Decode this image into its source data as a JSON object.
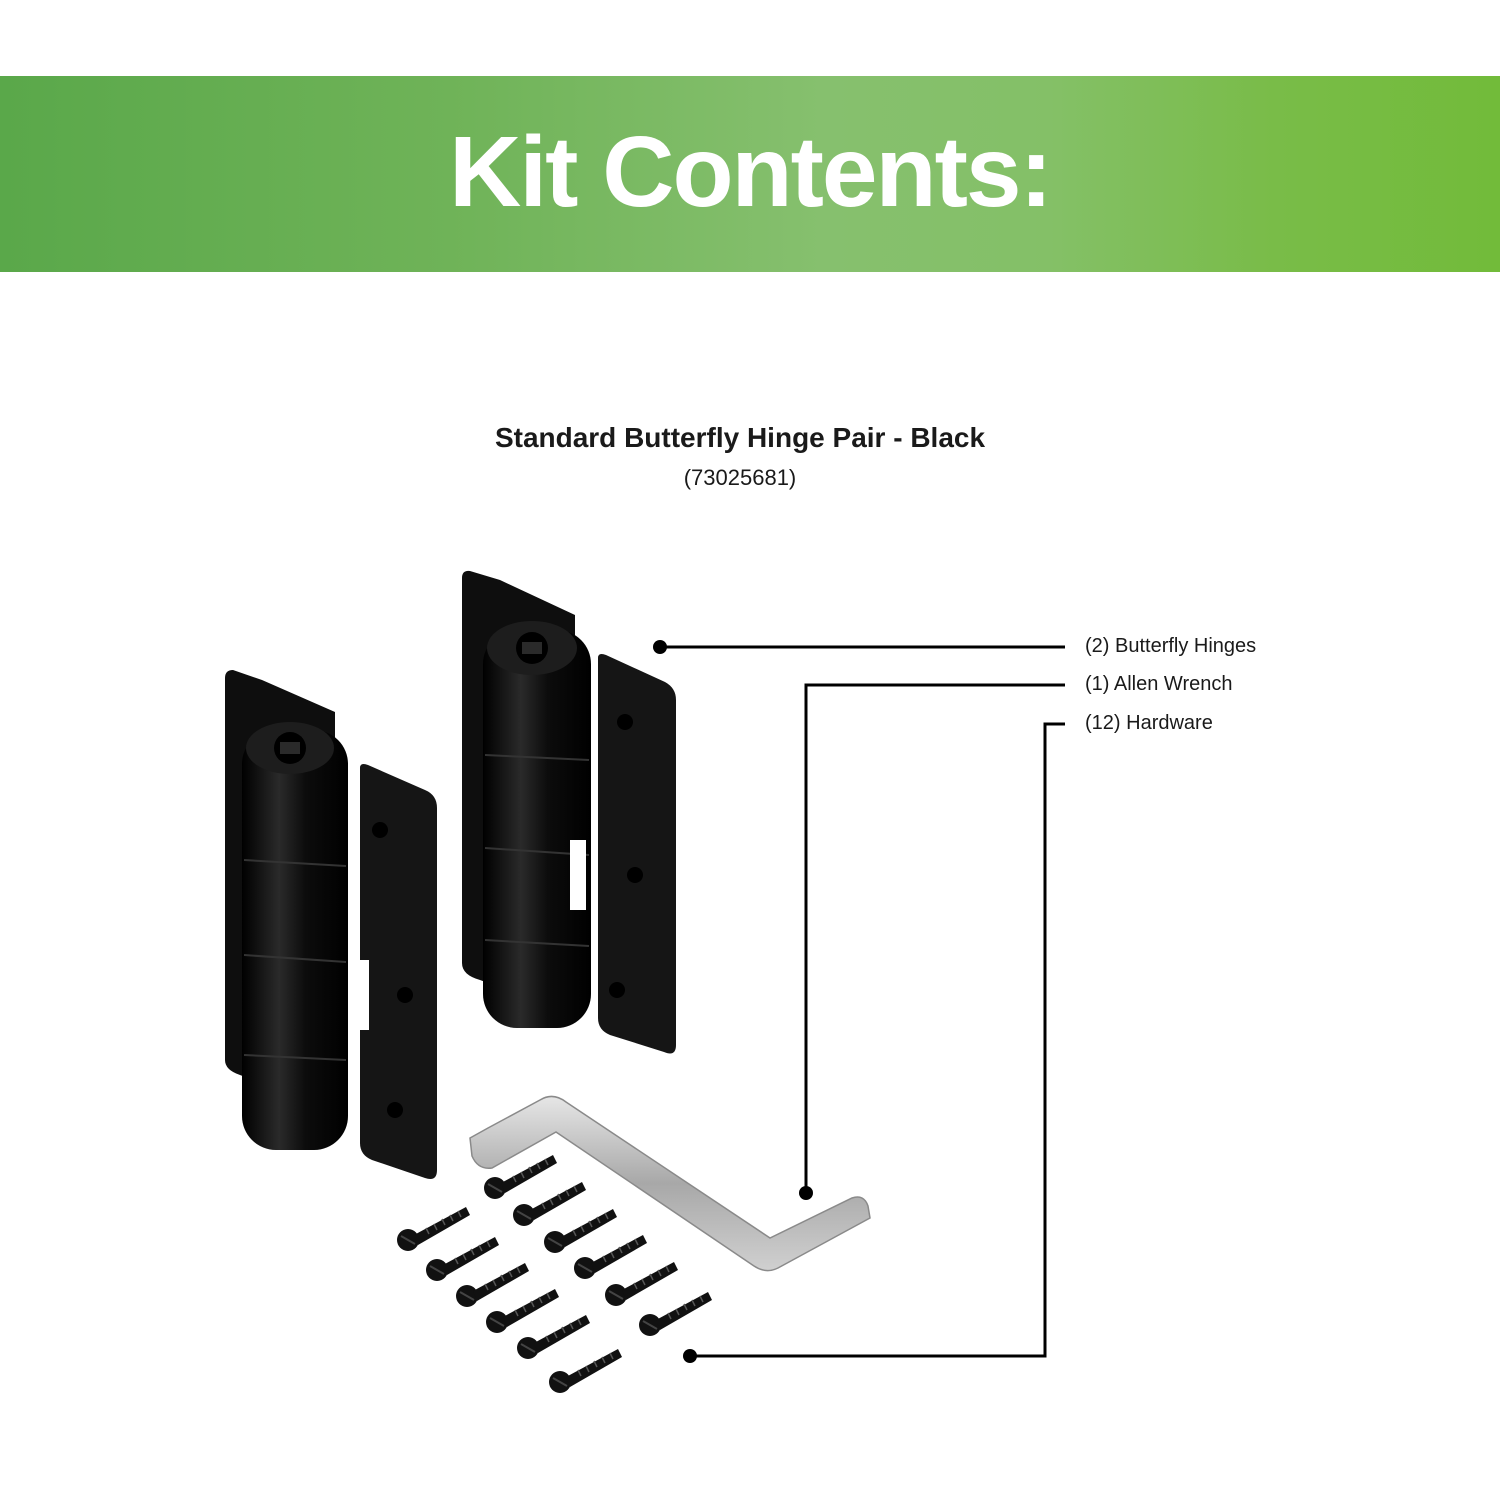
{
  "header": {
    "title": "Kit Contents:"
  },
  "product": {
    "name": "Standard Butterfly Hinge Pair - Black",
    "sku": "(73025681)"
  },
  "callouts": [
    {
      "label": "(2) Butterfly Hinges",
      "icon": "butterfly-hinge"
    },
    {
      "label": "(1) Allen Wrench",
      "icon": "allen-wrench"
    },
    {
      "label": "(12) Hardware",
      "icon": "screw"
    }
  ],
  "colors": {
    "banner_start": "#5aa84a",
    "banner_end": "#72bb3a",
    "hinge": "#111111",
    "wrench": "#bdbdbd"
  }
}
